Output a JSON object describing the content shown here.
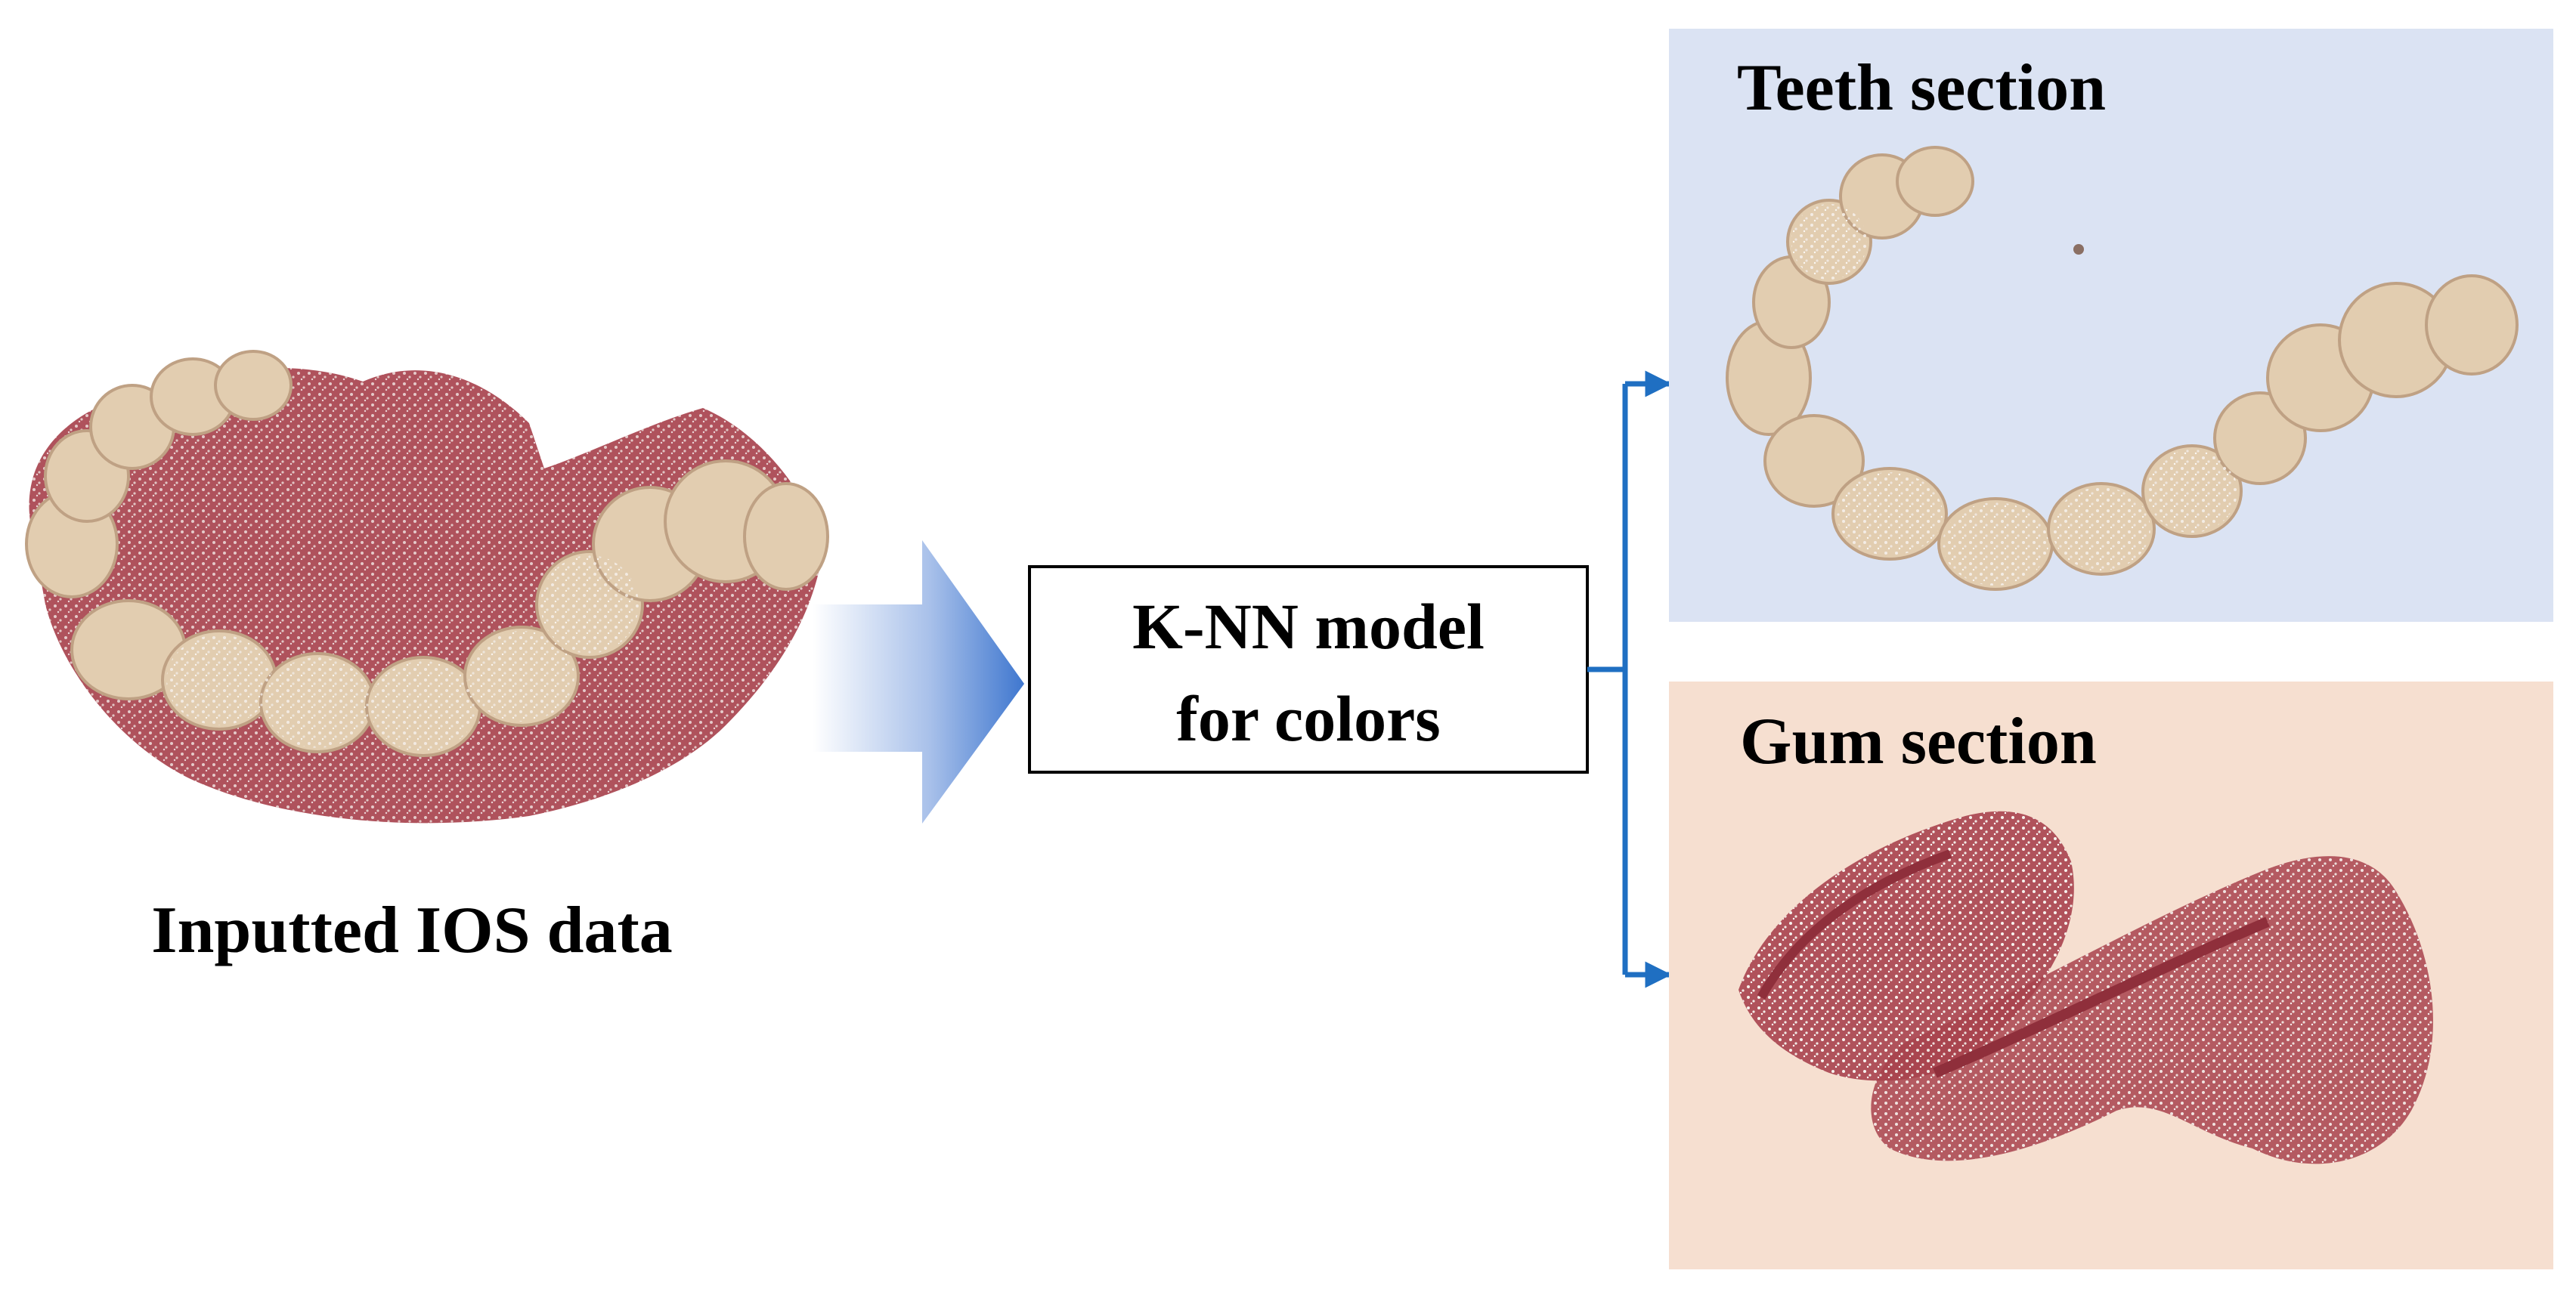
{
  "input": {
    "label": "Inputted IOS data"
  },
  "model": {
    "line1": "K-NN model",
    "line2": "for colors"
  },
  "outputs": {
    "teeth": {
      "label": "Teeth section",
      "background": "#dbe3f3"
    },
    "gum": {
      "label": "Gum section",
      "background": "#f6dfd0"
    }
  },
  "colors": {
    "connector": "#1f6fc2",
    "big_arrow": "#4a7fd0",
    "gum_tissue": "#a8434e",
    "tooth_enamel": "#e2cdb0",
    "speckle": "#f6f1ec"
  }
}
